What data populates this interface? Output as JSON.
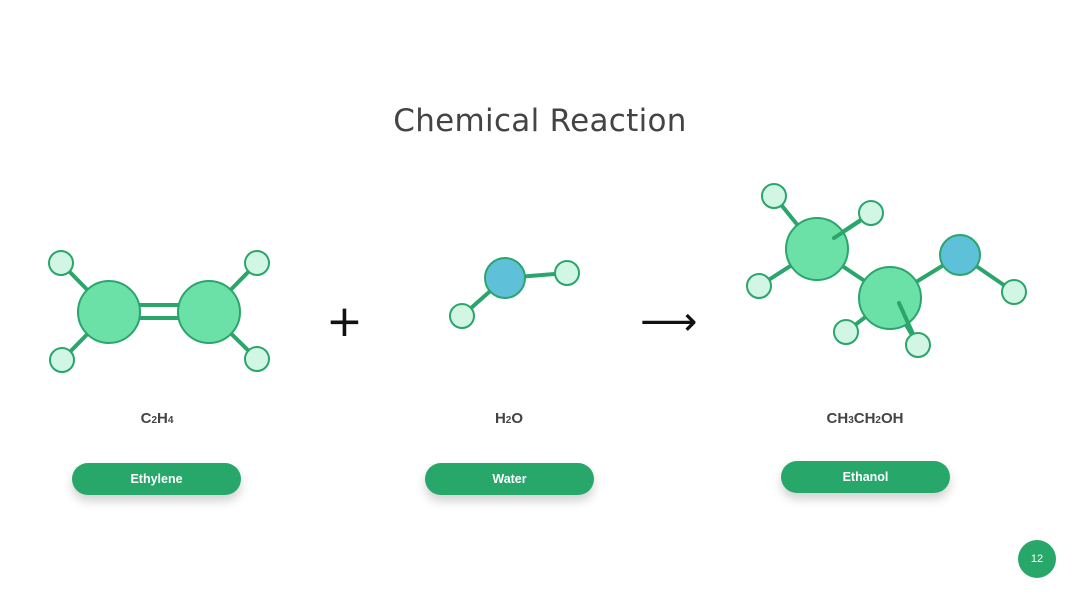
{
  "slide": {
    "title": "Chemical Reaction",
    "page_number": "12",
    "colors": {
      "accent": "#27a86a",
      "carbon": "#6be0a7",
      "hydrogen": "#d2f6e4",
      "oxygen": "#5fc0d9",
      "title_text": "#444444"
    }
  },
  "reaction": {
    "operator_plus": "+",
    "operator_arrow": "⟶",
    "reactants": [
      {
        "formula_parts": [
          "C",
          "2",
          "H",
          "4"
        ],
        "name": "Ethylene"
      },
      {
        "formula_parts": [
          "H",
          "2",
          "O"
        ],
        "name": "Water"
      }
    ],
    "product": {
      "formula_parts": [
        "CH",
        "3",
        "CH",
        "2",
        "OH"
      ],
      "name": "Ethanol"
    }
  }
}
